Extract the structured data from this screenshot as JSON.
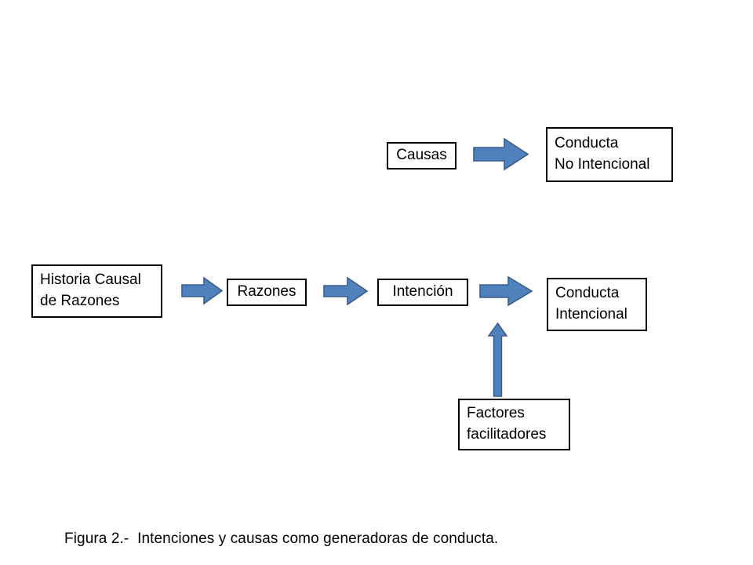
{
  "figure": {
    "caption": "Figura 2.-  Intenciones y causas como generadoras de conducta.",
    "background_color": "#FFFFFF"
  },
  "style": {
    "arrow_fill": "#4F81BD",
    "arrow_stroke": "#385D8A",
    "box_border": "#000000",
    "box_fill": "#FFFFFF",
    "text_color": "#000000"
  },
  "nodes": [
    {
      "id": "causas",
      "label": "Causas",
      "lines": [
        "Causas"
      ]
    },
    {
      "id": "conducta-no-intencional",
      "label": "Conducta No Intencional",
      "lines": [
        "Conducta",
        "No Intencional"
      ]
    },
    {
      "id": "historia-causal-de-razones",
      "label": "Historia Causal de Razones",
      "lines": [
        "Historia Causal",
        "de Razones"
      ]
    },
    {
      "id": "razones",
      "label": "Razones",
      "lines": [
        "Razones"
      ]
    },
    {
      "id": "intencion",
      "label": "Intención",
      "lines": [
        "Intención"
      ]
    },
    {
      "id": "conducta-intencional",
      "label": "Conducta Intencional",
      "lines": [
        "Conducta",
        "Intencional"
      ]
    },
    {
      "id": "factores-facilitadores",
      "label": "Factores facilitadores",
      "lines": [
        "Factores",
        "facilitadores"
      ]
    }
  ],
  "connections": [
    {
      "id": "causas-to-conducta-no-intencional",
      "from": "causas",
      "to": "conducta-no-intencional",
      "direction": "right"
    },
    {
      "id": "historia-to-razones",
      "from": "historia-causal-de-razones",
      "to": "razones",
      "direction": "right"
    },
    {
      "id": "razones-to-intencion",
      "from": "razones",
      "to": "intencion",
      "direction": "right"
    },
    {
      "id": "intencion-to-conducta-intencional",
      "from": "intencion",
      "to": "conducta-intencional",
      "direction": "right"
    },
    {
      "id": "factores-to-intencion-flow",
      "from": "factores-facilitadores",
      "to": "intencion-to-conducta-intencional",
      "direction": "up"
    }
  ]
}
